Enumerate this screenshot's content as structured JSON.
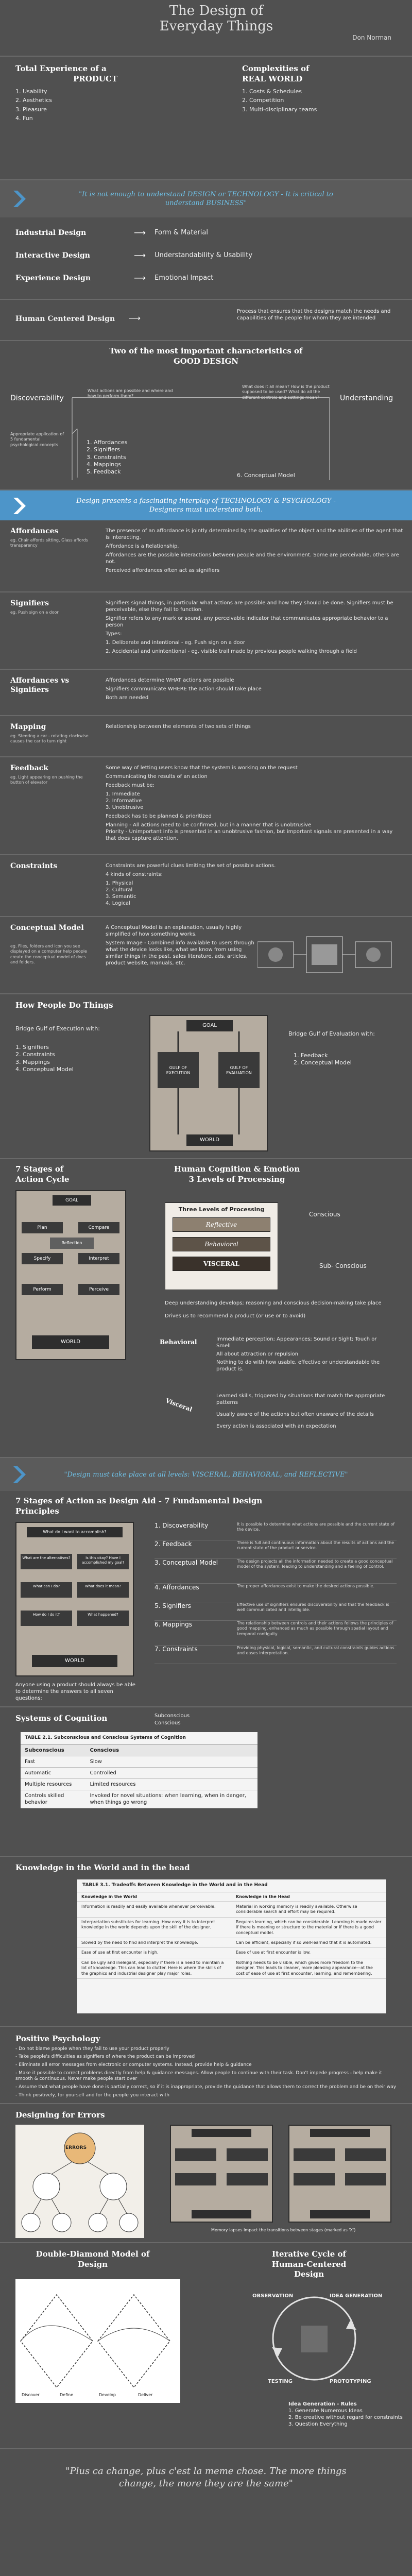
{
  "title": {
    "line1": "The Design of",
    "line2": "Everyday Things",
    "author": "Don Norman"
  },
  "total": {
    "heading_l1": "Total Experience of a",
    "heading_l2": "PRODUCT",
    "items": [
      "1. Usability",
      "2. Aesthetics",
      "3. Pleasure",
      "4. Fun"
    ],
    "right_heading_l1": "Complexities of",
    "right_heading_l2": "REAL WORLD",
    "right_items": [
      "1. Costs & Schedules",
      "2. Competition",
      "3. Multi-disciplinary teams"
    ]
  },
  "banner1": {
    "text": "\"It is not enough to understand DESIGN or TECHNOLOGY - It is critical to understand BUSINESS\""
  },
  "design_types": [
    {
      "label": "Industrial Design",
      "value": "Form & Material"
    },
    {
      "label": "Interactive Design",
      "value": "Understandability & Usability"
    },
    {
      "label": "Experience Design",
      "value": "Emotional Impact"
    }
  ],
  "hcd": {
    "label": "Human Centered Design",
    "desc": "Process that ensures that the designs match the needs and capabilities of the people for whom they are intended"
  },
  "chars": {
    "title_l1": "Two of the most important characteristics of",
    "title_l2": "GOOD DESIGN",
    "left": "Discoverability",
    "right": "Understanding",
    "note_left": "What actions are possible and where and how to perform them?",
    "note_right": "What does it all mean? How is the product supposed to be used? What do all the different controls and settings mean?",
    "note_side": "Appropriate application of 5 fundamental psychological concepts",
    "concepts": [
      "1. Affordances",
      "2. Signifiers",
      "3. Constraints",
      "4. Mappings",
      "5. Feedback"
    ],
    "sixth": "6. Conceptual Model"
  },
  "banner2": {
    "text": "Design presents a fascinating interplay of TECHNOLOGY & PSYCHOLOGY - Designers must understand both."
  },
  "concepts": [
    {
      "label": "Affordances",
      "example": "eg. Chair affords sitting, Glass affords transparency",
      "lines": [
        "The presence of an affordance is jointly determined by the qualities of the object and the abilities of the agent that is interacting.",
        "Affordance is a Relationship.",
        "Affordances are the possible interactions between people and the environment. Some are perceivable, others are not.",
        "Perceived affordances often act as signifiers"
      ]
    },
    {
      "label": "Signifiers",
      "example": "eg. Push sign on a door",
      "lines": [
        "Signifiers signal things, in particular what actions are possible and how they should be done. Signifiers must be perceivable, else they fail to function.",
        "Signifier refers to any mark or sound, any perceivable indicator that communicates appropriate behavior to a person",
        "Types:",
        "1. Deliberate and intentional - eg. Push sign on a door",
        "2. Accidental and unintentional - eg. visible trail made by previous people walking through a field"
      ]
    },
    {
      "label": "Affordances vs Signifiers",
      "example": "",
      "lines": [
        "Affordances determine WHAT actions are possible",
        "Signifiers communicate WHERE the action should take place",
        "Both are needed"
      ]
    },
    {
      "label": "Mapping",
      "example": "eg. Steering a car - rotating clockwise causes the car to turn right",
      "lines": [
        "Relationship between the elements of two sets of things"
      ]
    },
    {
      "label": "Feedback",
      "example": "eg. Light appearing on pushing the button of elevator",
      "lines": [
        "Some way of letting users know that the system is working on the request",
        "Communicating the results of an action",
        "Feedback must be:",
        "1. Immediate",
        "2. Informative",
        "3. Unobtrusive",
        "Feedback has to be planned & prioritized",
        "Planning - All actions need to be confirmed, but in a manner that is unobtrusive",
        "Priority - Unimportant info is presented in an unobtrusive fashion, but important signals are presented in a way that does capture attention."
      ]
    },
    {
      "label": "Constraints",
      "example": "",
      "lines": [
        "Constraints are powerful clues limiting the set of possible actions.",
        "4 kinds of constraints:",
        "1. Physical",
        "2. Cultural",
        "3. Semantic",
        "4. Logical"
      ]
    },
    {
      "label": "Conceptual Model",
      "example": "eg. Files, folders and icon you see displayed on a computer help people create the conceptual model of docs and folders.",
      "lines": [
        "A Conceptual Model is an explanation, usually highly simplified of how something works.",
        "System Image - Combined info available to users through what the device looks like, what we know from using similar things in the past, sales literature, ads, articles, product website, manuals, etc."
      ]
    }
  ],
  "pdt": {
    "title": "How People Do Things",
    "exec_title": "Bridge Gulf of Execution with:",
    "exec_items": [
      "1. Signifiers",
      "2. Constraints",
      "3. Mappings",
      "4. Conceptual Model"
    ],
    "eval_title": "Bridge Gulf of Evaluation with:",
    "eval_items": [
      "1. Feedback",
      "2. Conceptual Model"
    ],
    "goal": "GOAL",
    "world": "WORLD",
    "gulf_exec": "GULF OF EXECUTION",
    "gulf_eval": "GULF OF EVALUATION"
  },
  "stages": {
    "title_l1": "7 Stages of",
    "title_l2": "Action Cycle",
    "right_title_l1": "Human Cognition & Emotion",
    "right_title_l2": "3 Levels of Processing",
    "levels_title": "Three Levels of Processing",
    "levels": [
      "Reflective",
      "Behavioral",
      "VISCERAL"
    ],
    "conscious": "Conscious",
    "subconscious": "Sub- Conscious",
    "reflective_lines": [
      "Deep understanding develops; reasoning and conscious decision-making take place",
      "Drives us to recommend a product (or use or to avoid)"
    ],
    "behavioral_label": "Behavioral",
    "behavioral_lines": [
      "Immediate perception; Appearances; Sound or Sight; Touch or Smell",
      "All about attraction or repulsion",
      "Nothing to do with how usable, effective or understandable the product is."
    ],
    "visceral_label": "Visceral",
    "visceral_lines": [
      "Learned skills, triggered by situations that match the appropriate patterns",
      "Usually aware of the actions but often unaware of the details",
      "Every action is associated with an expectation"
    ],
    "box_labels": [
      "GOAL",
      "Plan",
      "Specify",
      "Perform",
      "Reflection",
      "Compare",
      "Interpret",
      "Perceive",
      "WORLD"
    ]
  },
  "banner3": {
    "text": "\"Design must take place at all levels: VISCERAL, BEHAVIORAL, and REFLECTIVE\""
  },
  "aid": {
    "title_l1": "7 Stages of Action as Design Aid - 7 Fundamental Design",
    "title_l2": "Principles",
    "caption": "Anyone using a product should always be able to determine the answers to all seven questions:",
    "steps": [
      {
        "n": "1. Discoverability",
        "d": "It is possible to determine what actions are possible and the current state of the device."
      },
      {
        "n": "2. Feedback",
        "d": "There is full and continuous information about the results of actions and the current state of the product or service."
      },
      {
        "n": "3. Conceptual Model",
        "d": "The design projects all the information needed to create a good conceptual model of the system, leading to understanding and a feeling of control."
      },
      {
        "n": "4. Affordances",
        "d": "The proper affordances exist to make the desired actions possible."
      },
      {
        "n": "5. Signifiers",
        "d": "Effective use of signifiers ensures discoverability and that the feedback is well communicated and intelligible."
      },
      {
        "n": "6. Mappings",
        "d": "The relationship between controls and their actions follows the principles of good mapping, enhanced as much as possible through spatial layout and temporal contiguity."
      },
      {
        "n": "7. Constraints",
        "d": "Providing physical, logical, semantic, and cultural constraints guides actions and eases interpretation."
      }
    ],
    "q": [
      "What do I want to accomplish?",
      "What are the alternatives?",
      "What can I do?",
      "How do I do it?",
      "What happened?",
      "What does it mean?",
      "Is this okay? Have I accomplished my goal?"
    ],
    "world": "WORLD"
  },
  "cog": {
    "title": "Systems of Cognition",
    "col_sub": "Subconscious",
    "col_con": "Conscious",
    "table_title": "TABLE 2.1. Subconscious and Conscious Systems of Cognition",
    "rows": [
      [
        "Subconscious",
        "Conscious"
      ],
      [
        "Fast",
        "Slow"
      ],
      [
        "Automatic",
        "Controlled"
      ],
      [
        "Multiple resources",
        "Limited resources"
      ],
      [
        "Controls skilled behavior",
        "Invoked for novel situations: when learning, when in danger, when things go wrong"
      ]
    ]
  },
  "know": {
    "title": "Knowledge in the World and in the head",
    "table_title": "TABLE 3.1. Tradeoffs Between Knowledge in the World and in the Head",
    "head_l": "Knowledge in the World",
    "head_r": "Knowledge in the Head",
    "rows": [
      [
        "Information is readily and easily available whenever perceivable.",
        "Material in working memory is readily available. Otherwise considerable search and effort may be required."
      ],
      [
        "Interpretation substitutes for learning. How easy it is to interpret knowledge in the world depends upon the skill of the designer.",
        "Requires learning, which can be considerable. Learning is made easier if there is meaning or structure to the material or if there is a good conceptual model."
      ],
      [
        "Slowed by the need to find and interpret the knowledge.",
        "Can be efficient, especially if so well-learned that it is automated."
      ],
      [
        "Ease of use at first encounter is high.",
        "Ease of use at first encounter is low."
      ],
      [
        "Can be ugly and inelegant, especially if there is a need to maintain a lot of knowledge. This can lead to clutter. Here is where the skills of the graphics and industrial designer play major roles.",
        "Nothing needs to be visible, which gives more freedom to the designer. This leads to cleaner, more pleasing appearance—at the cost of ease of use at first encounter, learning, and remembering."
      ]
    ]
  },
  "pos": {
    "title": "Positive Psychology",
    "items": [
      "- Do not blame people when they fail to use your product properly",
      "- Take people's difficulties as signifiers of where the product can be improved",
      "- Eliminate all error messages from electronic or computer systems. Instead, provide help & guidance",
      "- Make it possible to correct problems directly from help & guidance messages. Allow people to continue with their task. Don't impede progress - help make it smooth & continuous. Never make people start over",
      "- Assume that what people have done is partially correct, so if it is inappropriate, provide the guidance that allows them to correct the problem and be on their way",
      "- Think positively, for yourself and for the people you interact with"
    ]
  },
  "err": {
    "title": "Designing for Errors",
    "center": "ERRORS",
    "mem_caption": "Memory lapses impact the transitions between stages (marked as 'X')"
  },
  "dd": {
    "title_l1": "Double-Diamond Model of",
    "title_l2": "Design",
    "right_l1": "Iterative Cycle of",
    "right_l2": "Human-Centered",
    "right_l3": "Design",
    "cycle": [
      "OBSERVATION",
      "IDEA GENERATION",
      "PROTOTYPING",
      "TESTING"
    ],
    "dd_labels": [
      "Discover",
      "Define",
      "Develop",
      "Deliver"
    ],
    "rules_title": "Idea Generation - Rules",
    "rules": [
      "1. Generate Numerous Ideas",
      "2. Be creative without regard for constraints",
      "3. Question Everything"
    ]
  },
  "quote": {
    "text": "\"Plus ca change, plus c'est la meme chose. The more things change, the more they are the same\""
  }
}
